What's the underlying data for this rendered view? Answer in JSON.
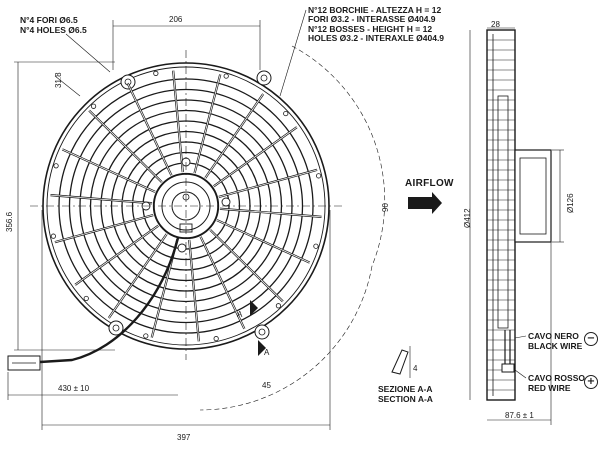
{
  "labels": {
    "holes_it": "N°4 FORI Ø6.5",
    "holes_en": "N°4 HOLES Ø6.5",
    "bosses_it_1": "N°12 BORCHIE - ALTEZZA H = 12",
    "bosses_it_2": "FORI Ø3.2 - INTERASSE Ø404.9",
    "bosses_en_1": "N°12 BOSSES - HEIGHT H = 12",
    "bosses_en_2": "HOLES Ø3.2 - INTERAXLE Ø404.9",
    "airflow": "AIRFLOW",
    "wire_black_it": "CAVO NERO",
    "wire_black_en": "BLACK WIRE",
    "wire_red_it": "CAVO ROSSO",
    "wire_red_en": "RED WIRE",
    "section_it": "SEZIONE A-A",
    "section_en": "SECTION A-A",
    "minus_symbol": "−",
    "plus_symbol": "+"
  },
  "dimensions": {
    "top_width": "206",
    "slot_width": "31.8",
    "overall_height": "356.6",
    "overall_width": "397",
    "cable_length": "430 ± 10",
    "angle_90": "90",
    "angle_45": "45",
    "depth_top": "28",
    "diameter_outer": "Ø412",
    "diameter_motor": "Ø126",
    "total_depth": "87.6 ± 1",
    "section_h": "4",
    "section_mark_a1": "A",
    "section_mark_a2": "A"
  },
  "colors": {
    "line": "#1a1a1a",
    "paper": "#ffffff"
  }
}
